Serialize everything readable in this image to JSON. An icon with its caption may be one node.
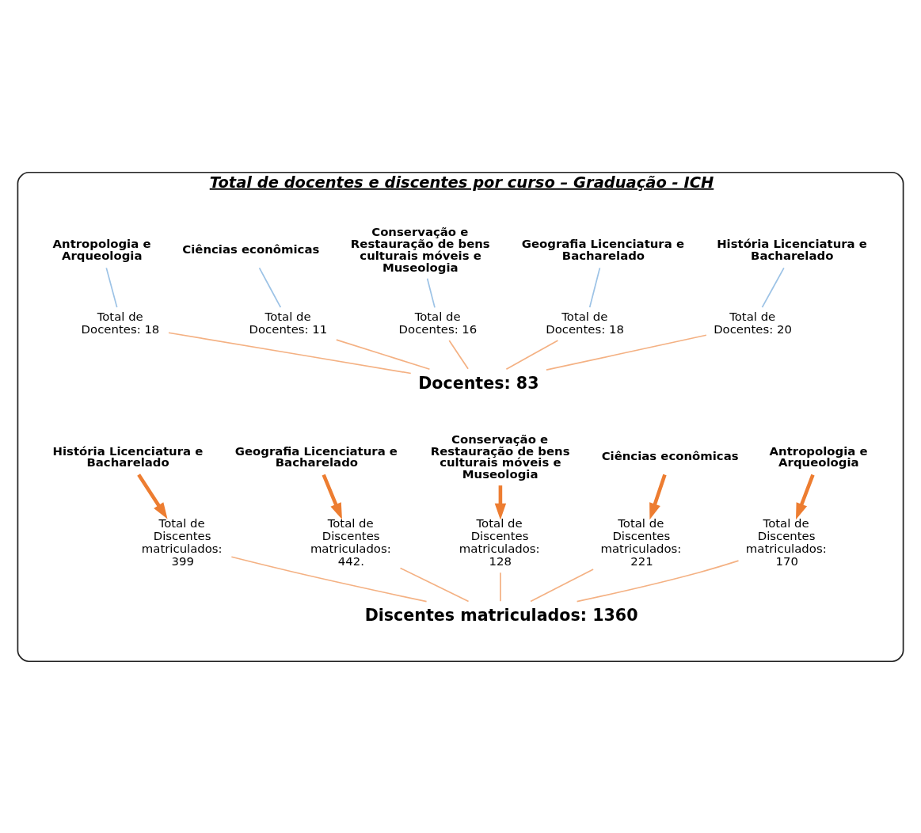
{
  "diagram": {
    "nodes": [
      {
        "text": [
          "Total de docentes e discentes por curso – Graduação - ICH"
        ]
      },
      {
        "text": [
          "História Licenciatura e Bacharelado"
        ],
        "in": 0
      },
      {
        "text": [
          "Geografia Licenciatura e Bacharelado"
        ],
        "in": 0
      },
      {
        "text": [
          "Conservação e Restauração de bens culturais móveis e Museologia"
        ],
        "in": 0
      },
      {
        "text": [
          "Ciências econômicas"
        ],
        "in": 0
      },
      {
        "text": [
          "Antropologia e Arqueologia"
        ],
        "in": 0
      },
      {
        "text": [
          "Total de Docentes: 20"
        ],
        "in": 0
      },
      {
        "text": [
          "Total de Docentes: 18"
        ],
        "in": 0
      },
      {
        "text": [
          "Total de Docentes: 16"
        ],
        "in": 0
      },
      {
        "text": [
          "Total de Docentes: 11"
        ],
        "in": 0
      },
      {
        "text": [
          "Total de Docentes: 18"
        ],
        "in": 0
      },
      {
        "text": [
          "Docentes: 83"
        ],
        "in": 0
      },
      {
        "text": [
          "História Licenciatura e Bacharelado"
        ],
        "in": 0
      },
      {
        "text": [
          "Geografia Licenciatura e Bacharelado"
        ],
        "in": 0
      },
      {
        "text": [
          "Conservação e Restauração de bens culturais móveis e Museologia"
        ],
        "in": 0
      },
      {
        "text": [
          "Ciências econômicas"
        ],
        "in": 0
      },
      {
        "text": [
          "Antropologia e Arqueologia"
        ],
        "in": 0
      },
      {
        "text": [
          "Total de Discentes matriculados: 399"
        ],
        "in": 0
      },
      {
        "text": [
          "Total de Discentes matriculados: 442."
        ],
        "in": 0
      },
      {
        "text": [
          "Total de Discentes matriculados: 128"
        ],
        "in": 0
      },
      {
        "text": [
          "Total de Discentes matriculados: 221"
        ],
        "in": 0
      },
      {
        "text": [
          "Total de Discentes matriculados: 170"
        ],
        "in": 0
      },
      {
        "text": [
          "Discentes matriculados: 1360"
        ],
        "in": 0
      }
    ],
    "edges": [
      {
        "from": 1,
        "to": 6,
        "arrow": "none",
        "color": "#9dc3e6"
      },
      {
        "from": 2,
        "to": 7,
        "arrow": "none",
        "color": "#9dc3e6"
      },
      {
        "from": 3,
        "to": 8,
        "arrow": "none",
        "color": "#9dc3e6"
      },
      {
        "from": 4,
        "to": 9,
        "arrow": "none",
        "color": "#9dc3e6"
      },
      {
        "from": 5,
        "to": 10,
        "arrow": "none",
        "color": "#9dc3e6"
      },
      {
        "from": 6,
        "to": 11,
        "arrow": "none",
        "color": "#f4b183"
      },
      {
        "from": 7,
        "to": 11,
        "arrow": "none",
        "color": "#f4b183"
      },
      {
        "from": 8,
        "to": 11,
        "arrow": "none",
        "color": "#f4b183"
      },
      {
        "from": 9,
        "to": 11,
        "arrow": "none",
        "color": "#f4b183"
      },
      {
        "from": 10,
        "to": 11,
        "arrow": "none",
        "color": "#f4b183"
      },
      {
        "from": 12,
        "to": 17,
        "arrow": "to",
        "style": "thick",
        "color": "#ed7d31"
      },
      {
        "from": 13,
        "to": 18,
        "arrow": "to",
        "style": "thick",
        "color": "#ed7d31"
      },
      {
        "from": 14,
        "to": 19,
        "arrow": "to",
        "style": "thick",
        "color": "#ed7d31"
      },
      {
        "from": 15,
        "to": 20,
        "arrow": "to",
        "style": "thick",
        "color": "#ed7d31"
      },
      {
        "from": 16,
        "to": 21,
        "arrow": "to",
        "style": "thick",
        "color": "#ed7d31"
      },
      {
        "from": 17,
        "to": 22,
        "arrow": "none",
        "color": "#f4b183"
      },
      {
        "from": 18,
        "to": 22,
        "arrow": "none",
        "color": "#f4b183"
      },
      {
        "from": 19,
        "to": 22,
        "arrow": "none",
        "color": "#f4b183"
      },
      {
        "from": 20,
        "to": 22,
        "arrow": "none",
        "color": "#f4b183"
      },
      {
        "from": 21,
        "to": 22,
        "arrow": "none",
        "color": "#f4b183"
      }
    ]
  }
}
